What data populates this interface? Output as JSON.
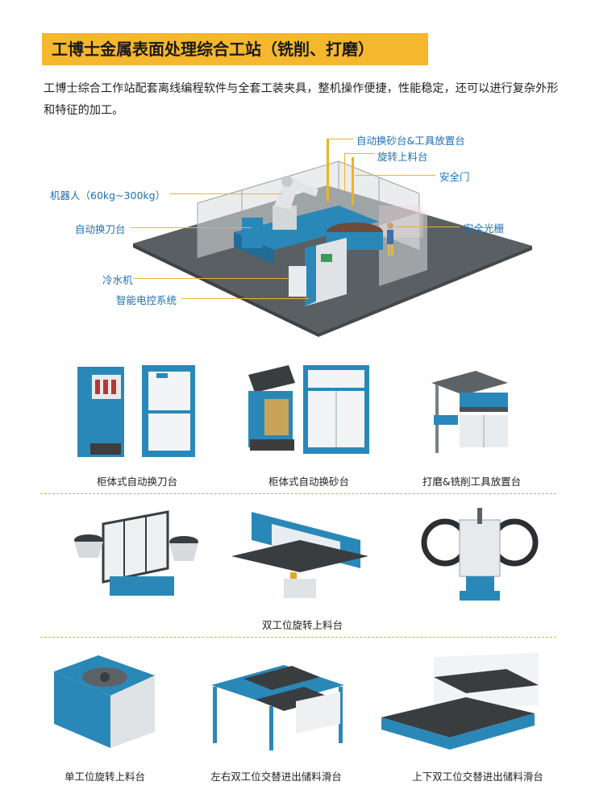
{
  "title": "工博士金属表面处理综合工站（铣削、打磨）",
  "intro": "工博士综合工作站配套离线编程软件与全套工装夹具，整机操作便捷，性能稳定，还可以进行复杂外形和特征的加工。",
  "callouts": {
    "robot": "机器人（60kg~300kg）",
    "tool_changer": "自动换刀台",
    "chiller": "冷水机",
    "control": "智能电控系统",
    "sand_changer": "自动换砂台&工具放置台",
    "rotary_loader": "旋转上料台",
    "safety_door": "安全门",
    "light_curtain": "安全光栅"
  },
  "products": [
    {
      "caption": "柜体式自动换刀台"
    },
    {
      "caption": "柜体式自动换砂台"
    },
    {
      "caption": "打磨&铣削工具放置台"
    },
    {
      "caption": "双工位旋转上料台"
    },
    {
      "caption": "单工位旋转上料台"
    },
    {
      "caption": "左右双工位交替进出储料滑台"
    },
    {
      "caption": "上下双工位交替进出储料滑台"
    }
  ],
  "colors": {
    "banner": "#f5b72e",
    "callout_text": "#1f6fb2",
    "leader_line": "#e9b52e",
    "divider": "#a9c24a",
    "machine_blue": "#2a88b8"
  }
}
